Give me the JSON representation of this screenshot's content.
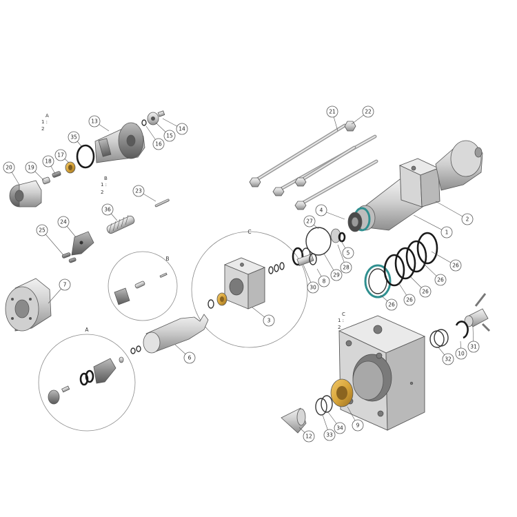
{
  "callouts": {
    "c1": "1",
    "c2": "2",
    "c3": "3",
    "c4": "4",
    "c5": "5",
    "c6": "6",
    "c7": "7",
    "c8": "8",
    "c9": "9",
    "c10": "10",
    "c12": "12",
    "c13": "13",
    "c14": "14",
    "c15": "15",
    "c16": "16",
    "c17": "17",
    "c18": "18",
    "c19": "19",
    "c20": "20",
    "c21": "21",
    "c22": "22",
    "c23": "23",
    "c24": "24",
    "c25": "25",
    "c26a": "26",
    "c26b": "26",
    "c26c": "26",
    "c26d": "26",
    "c26e": "26",
    "c27": "27",
    "c28": "28",
    "c29": "29",
    "c30": "30",
    "c31": "31",
    "c32": "32",
    "c33": "33",
    "c34": "34",
    "c35": "35",
    "c36": "36"
  },
  "detail_labels": {
    "a_top": "A",
    "a_scale_1": "1 :",
    "a_scale_2": "2",
    "b_top": "B",
    "b_scale_1": "1 :",
    "b_scale_2": "2",
    "c_top": "C",
    "c_scale_1": "1 :",
    "c_scale_2": "2",
    "detail_a": "A",
    "detail_b": "B",
    "detail_c": "C"
  },
  "colors": {
    "background": "#ffffff",
    "metal": "#c8c8c8",
    "brass": "#d9a63a",
    "seal_black": "#1a1a1a",
    "seal_teal": "#2f8f8f"
  }
}
